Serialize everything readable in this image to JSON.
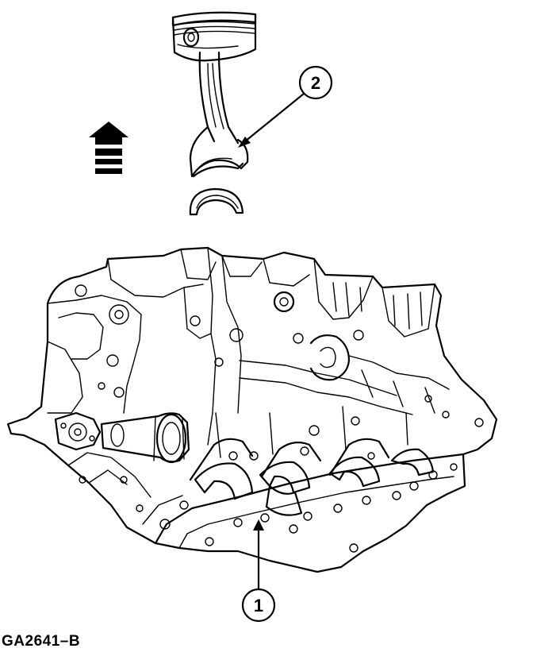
{
  "figure": {
    "code": "GA2641–B",
    "callouts": [
      {
        "number": "1"
      },
      {
        "number": "2"
      }
    ],
    "direction_arrow_icon": "up-arrow-icon"
  }
}
